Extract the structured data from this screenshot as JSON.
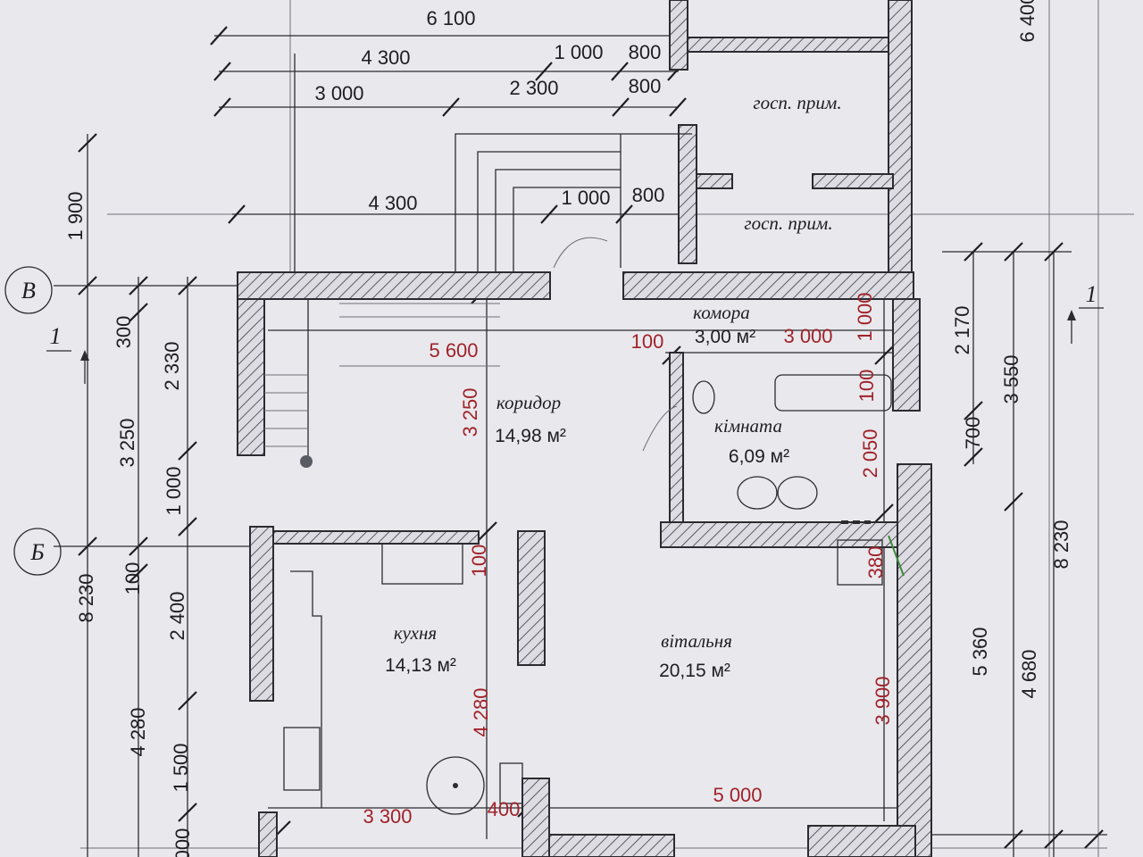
{
  "axes": {
    "v": "В",
    "b": "Б",
    "section_left": "1",
    "section_right": "1"
  },
  "top_dims": {
    "d6100": "6 100",
    "d6400": "6 400",
    "d4300a": "4 300",
    "d1000a": "1 000",
    "d800a": "800",
    "d3000a": "3 000",
    "d2300": "2 300",
    "d800b": "800",
    "d4300b": "4 300",
    "d1000b": "1 000",
    "d800c": "800"
  },
  "left_dims": {
    "d1900": "1 900",
    "d300": "300",
    "d2330": "2 330",
    "d3250": "3 250",
    "d1000": "1 000",
    "d8230": "8 230",
    "d100": "100",
    "d2400": "2 400",
    "d4280": "4 280",
    "d1500": "1 500",
    "d000": "000"
  },
  "right_dims": {
    "d2170": "2 170",
    "d3550": "3 550",
    "d700": "700",
    "d5360": "5 360",
    "d4680": "4 680",
    "d8230": "8 230"
  },
  "inner_dims": {
    "d5600": "5 600",
    "d100a": "100",
    "d3000": "3 000",
    "d1000v": "1 000",
    "d3250v": "3 250",
    "d100v": "100",
    "d2050": "2 050",
    "d380": "380",
    "d100k": "100",
    "d4280k": "4 280",
    "d3900": "3 900",
    "d3300": "3 300",
    "d400": "400",
    "d5000": "5 000"
  },
  "rooms": {
    "gosp1": {
      "name": "госп. прим."
    },
    "gosp2": {
      "name": "госп. прим."
    },
    "komora": {
      "name": "комора",
      "area": "3,00 м²"
    },
    "korydor": {
      "name": "коридор",
      "area": "14,98 м²"
    },
    "kimnata": {
      "name": "кімната",
      "area": "6,09 м²"
    },
    "kukhnia": {
      "name": "кухня",
      "area": "14,13 м²"
    },
    "vitalnia": {
      "name": "вітальня",
      "area": "20,15 м²"
    }
  }
}
